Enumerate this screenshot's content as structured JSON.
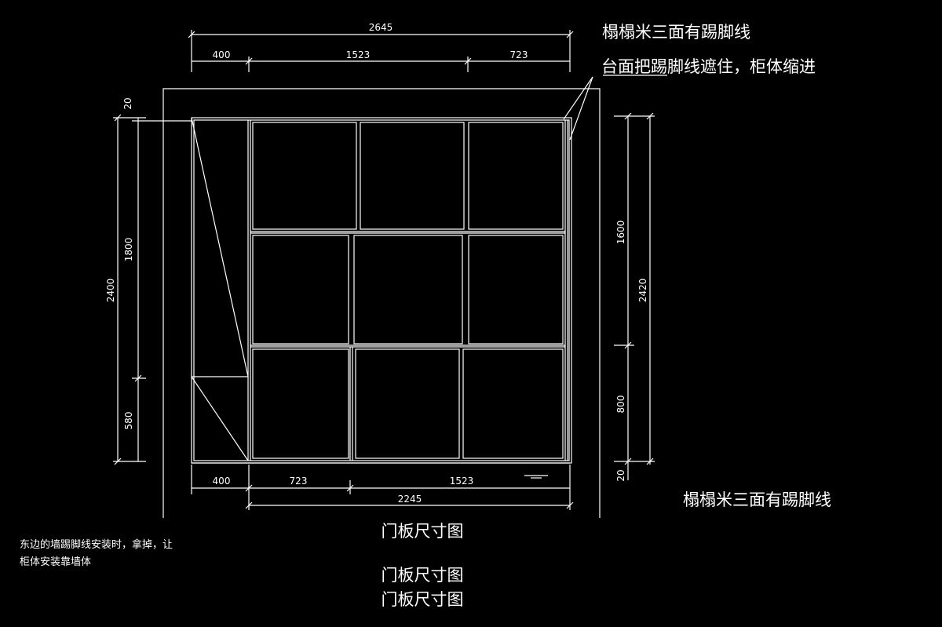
{
  "dimensions": {
    "top_total": "2645",
    "top_left": "400",
    "top_mid": "1523",
    "top_right": "723",
    "bottom_left": "400",
    "bottom_mid": "723",
    "bottom_right": "1523",
    "bottom_total": "2245",
    "left_total": "2400",
    "left_top": "20",
    "left_upper": "1800",
    "left_lower": "580",
    "right_total": "2420",
    "right_upper": "1600",
    "right_lower": "800",
    "right_bottom": "20"
  },
  "labels": {
    "tatami_top": "榻榻米三面有踢脚线",
    "counter_note": "台面把踢脚线遮住，柜体缩进",
    "tatami_right": "榻榻米三面有踢脚线",
    "title_1": "门板尺寸图",
    "title_2": "门板尺寸图",
    "title_3": "门板尺寸图",
    "note_line1": "东边的墙踢脚线安装时，拿掉，让",
    "note_line2": "柜体安装靠墙体"
  }
}
